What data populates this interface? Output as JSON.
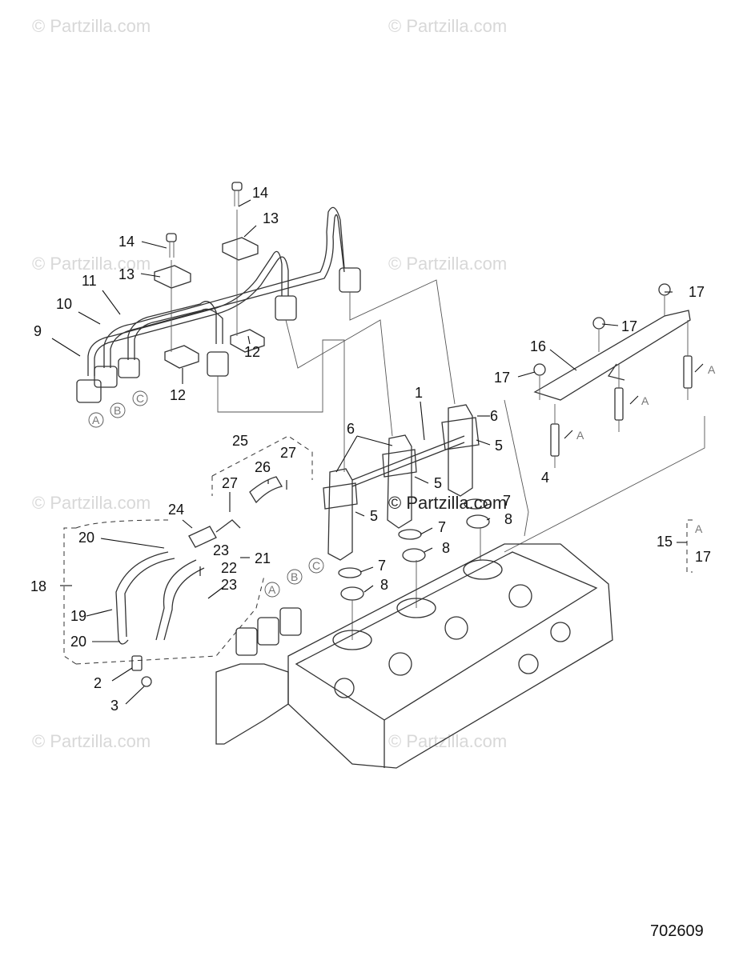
{
  "watermark": "© Partzilla.com",
  "center_watermark": "© Partzilla.com",
  "figure_number": "702609",
  "circle_labels": [
    "A",
    "B",
    "C"
  ],
  "callouts": {
    "c1": "1",
    "c2": "2",
    "c3": "3",
    "c4": "4",
    "c5a": "5",
    "c5b": "5",
    "c5c": "5",
    "c6a": "6",
    "c6b": "6",
    "c7a": "7",
    "c7b": "7",
    "c7c": "7",
    "c8a": "8",
    "c8b": "8",
    "c8c": "8",
    "c9": "9",
    "c10": "10",
    "c11": "11",
    "c12a": "12",
    "c12b": "12",
    "c13a": "13",
    "c13b": "13",
    "c14a": "14",
    "c14b": "14",
    "c15": "15",
    "c16": "16",
    "c17a": "17",
    "c17b": "17",
    "c17c": "17",
    "c17d": "17",
    "c18": "18",
    "c19": "19",
    "c20a": "20",
    "c20b": "20",
    "c21": "21",
    "c22": "22",
    "c23a": "23",
    "c23b": "23",
    "c24": "24",
    "c25": "25",
    "c26": "26",
    "c27a": "27",
    "c27b": "27"
  },
  "ref_letter": "A",
  "legend_15": {
    "letter": "A",
    "number": "17"
  }
}
